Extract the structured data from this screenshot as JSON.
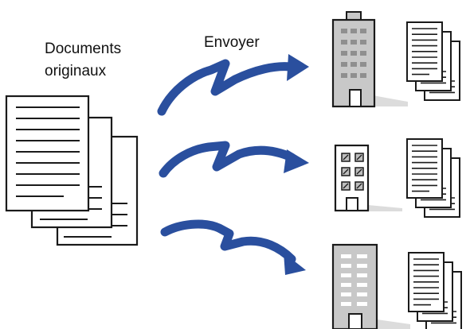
{
  "labels": {
    "documents_line1": "Documents",
    "documents_line2": "originaux",
    "send": "Envoyer"
  },
  "colors": {
    "arrow": "#2a4f9e",
    "outline": "#1a1a1a",
    "building_fill": "#c8c8c8",
    "window_fill": "#9e9e9e",
    "shadow": "#dcdcdc"
  },
  "icons": {
    "source": "stacked-documents-icon",
    "arrow": "send-arrow-icon",
    "destinations": [
      "office-tower-icon",
      "apartment-building-icon",
      "office-block-icon"
    ],
    "received": "received-documents-icon"
  }
}
